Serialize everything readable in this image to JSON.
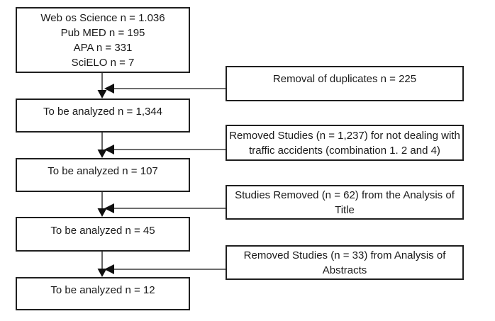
{
  "title": "Study selection flowchart",
  "colors": {
    "background": "#ffffff",
    "box_border": "#1f1f1f",
    "text": "#1a1a1a",
    "connector_line": "#3d3d3d",
    "arrowhead": "#101010"
  },
  "flowchart": {
    "source_box": {
      "lines": [
        "Web os Science n = 1.036",
        "Pub MED n = 195",
        "APA n = 331",
        "SciELO n = 7"
      ]
    },
    "steps": [
      {
        "label": "To be analyzed n = 1,344"
      },
      {
        "label": "To be analyzed n = 107"
      },
      {
        "label": "To be analyzed n = 45"
      },
      {
        "label": "To be analyzed n = 12"
      }
    ],
    "removals": [
      {
        "lines": [
          "Removal of duplicates n = 225",
          ""
        ]
      },
      {
        "lines": [
          "Removed Studies (n = 1,237) for not dealing with",
          "traffic accidents (combination 1. 2 and 4)"
        ]
      },
      {
        "lines": [
          "Studies Removed (n = 62) from the Analysis of",
          "Title"
        ]
      },
      {
        "lines": [
          "Removed Studies (n = 33) from Analysis of",
          "Abstracts"
        ]
      }
    ]
  }
}
